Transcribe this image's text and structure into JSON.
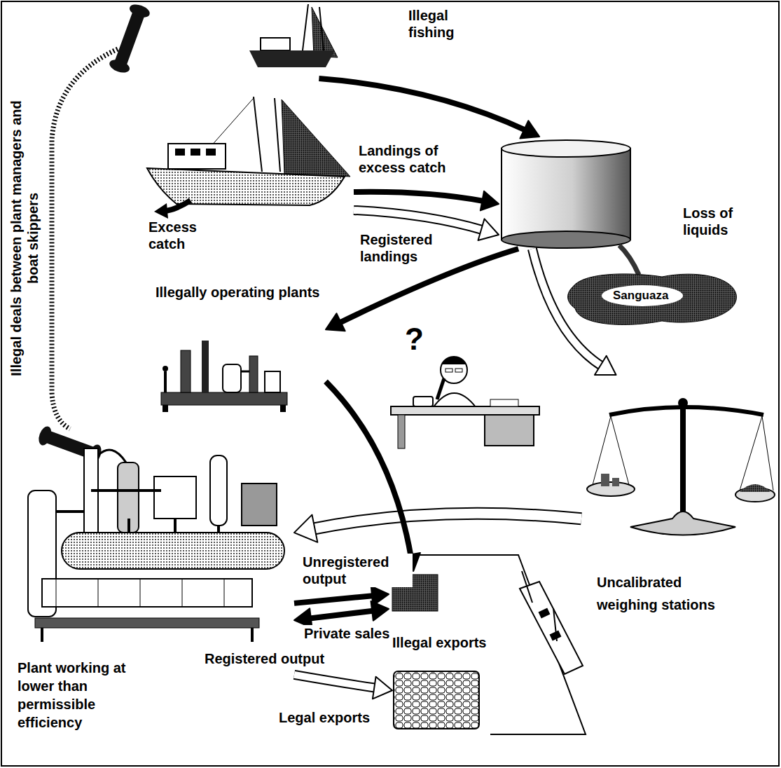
{
  "diagram": {
    "nodes": [
      {
        "text": [
          "Illegal fishing"
        ]
      },
      {
        "text": [
          "Excess catch"
        ]
      },
      {
        "text": [
          "Loss of liquids"
        ]
      },
      {
        "text": [
          "Sanguaza"
        ]
      },
      {
        "text": [
          "Illegally operating plants"
        ]
      },
      {
        "text": [
          "?"
        ]
      },
      {
        "text": [
          "Uncalibrated weighing stations"
        ]
      },
      {
        "text": [
          "Plant working at lower than permissible efficiency"
        ]
      },
      {
        "text": [
          "Illegal exports"
        ]
      },
      {
        "text": [
          "Legal exports"
        ]
      }
    ],
    "edges": [
      {
        "from": 0,
        "to": 2,
        "arrow": "to"
      },
      {
        "from": 1,
        "to": 2,
        "label": "Landings of excess catch",
        "arrow": "to"
      },
      {
        "from": 1,
        "to": 2,
        "label": "Registered landings",
        "arrow": "to"
      },
      {
        "from": 2,
        "to": 4,
        "arrow": "to"
      },
      {
        "from": 2,
        "to": 6,
        "arrow": "to"
      },
      {
        "from": 6,
        "to": 7,
        "arrow": "to"
      },
      {
        "from": 4,
        "to": 8,
        "arrow": "to"
      },
      {
        "from": 7,
        "to": 8,
        "label": "Unregistered output",
        "arrow": "to"
      },
      {
        "from": 7,
        "to": 8,
        "label": "Private sales",
        "arrow": "both"
      },
      {
        "from": 7,
        "to": 9,
        "label": "Registered output",
        "arrow": "to"
      }
    ],
    "labels": [
      "Illegal deals between plant managers and boat skippers"
    ]
  }
}
